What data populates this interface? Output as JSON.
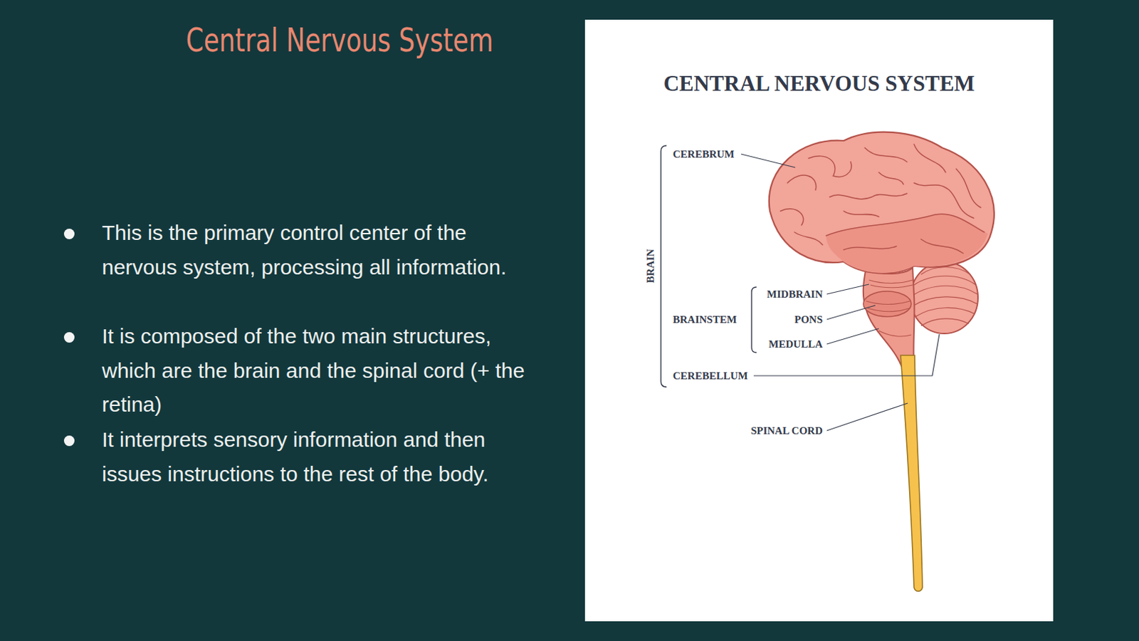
{
  "diagram": {
    "title": "Central Nervous System",
    "nodes": [
      {
        "text": [
          "CENTRAL NERVOUS SYSTEM"
        ]
      }
    ],
    "labels": [
      "This is the primary control center of the nervous system, processing all information.",
      "It is composed of the two main structures, which are the brain and the spinal cord (+ the retina)",
      "It interprets sensory information and then issues instructions to the rest of the body.",
      "CEREBRUM",
      "BRAIN",
      "MIDBRAIN",
      "BRAINSTEM",
      "PONS",
      "MEDULLA",
      "CEREBELLUM",
      "SPINAL CORD"
    ]
  }
}
